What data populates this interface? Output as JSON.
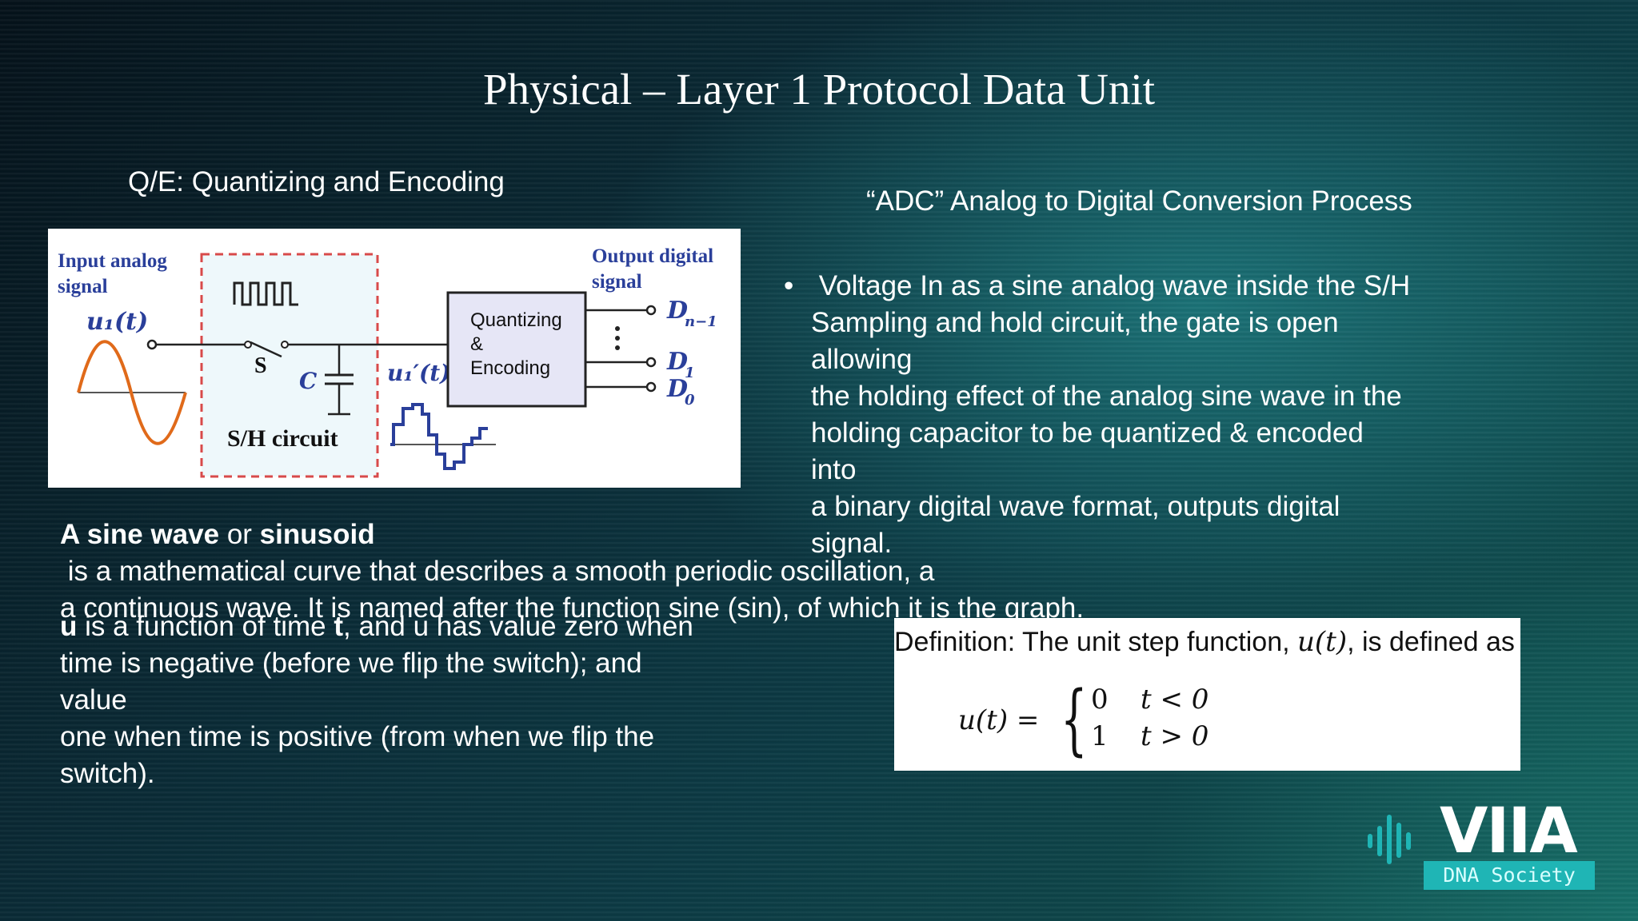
{
  "slide": {
    "title": "Physical – Layer 1 Protocol Data Unit",
    "left_heading": "Q/E: Quantizing and Encoding",
    "right_heading": "“ADC” Analog to Digital Conversion Process",
    "bullet": {
      "marker": "•",
      "lines": [
        " Voltage In as a sine analog wave inside the S/H",
        "Sampling and hold circuit, the gate is open allowing",
        "the holding effect of the analog sine wave in the",
        "holding capacitor to be quantized & encoded into",
        "a binary digital wave format, outputs digital signal."
      ]
    },
    "sine_paragraph": {
      "bold1": "A sine wave",
      "text1": " or ",
      "bold2": "sinusoid",
      "text2": " is a mathematical curve that describes a smooth periodic oscillation, a",
      "line2": "a continuous wave. It is named after the function sine (sin), of which it is the graph."
    },
    "u_paragraph": {
      "bold1": "u",
      "text1": " is a function of time ",
      "bold2": "t",
      "text2": ", and u has value zero when",
      "line2": "time is negative (before we flip the switch); and value",
      "line3": "one when time is positive (from when we flip the switch)."
    },
    "definition": {
      "prefix": "Definition: The unit step function, ",
      "func": "u(t)",
      "suffix": ", is defined as",
      "lhs": "u(t) =",
      "brace": "{",
      "row1_val": "0",
      "row1_cond": "t < 0",
      "row2_val": "1",
      "row2_cond": "t > 0"
    },
    "diagram": {
      "input_label_1": "Input analog",
      "input_label_2": "signal",
      "input_var": "u₁(t)",
      "output_label_1": "Output digital",
      "output_label_2": "signal",
      "switch_label": "S",
      "cap_label": "C",
      "sh_label": "S/H circuit",
      "held_var": "u₁′(t)",
      "block_line1": "Quantizing",
      "block_line2": "&",
      "block_line3": "Encoding",
      "out_top": "D",
      "out_top_sub": "n−1",
      "out_mid": "D",
      "out_mid_sub": "1",
      "out_bot": "D",
      "out_bot_sub": "0"
    },
    "logo": {
      "name": "VIIA",
      "subtitle": "DNA Society",
      "accent": "#1fb5b5"
    }
  }
}
